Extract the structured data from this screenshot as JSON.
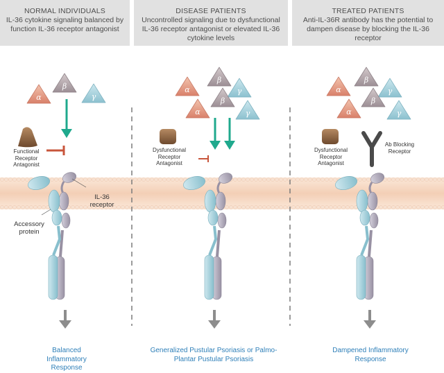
{
  "panels": [
    {
      "title": "NORMAL INDIVIDUALS",
      "description": "IL-36 cytokine signaling balanced by function IL-36 receptor antagonist",
      "antagonist_label": "Functional Receptor Antagonist",
      "receptor_label": "IL-36 receptor",
      "accessory_label": "Accessory protein",
      "outcome": "Balanced Inflammatory Response"
    },
    {
      "title": "DISEASE PATIENTS",
      "description": "Uncontrolled signaling due to dysfunctional IL-36 receptor antagonist or elevated IL-36 cytokine levels",
      "antagonist_label": "Dysfunctional Receptor Antagonist",
      "outcome": "Generalized Pustular Psoriasis or Palmo-Plantar Pustular Psoriasis"
    },
    {
      "title": "TREATED PATIENTS",
      "description": "Anti-IL-36R antibody has the potential to dampen disease by blocking the IL-36 receptor",
      "antagonist_label": "Dysfunctional Receptor Antagonist",
      "antibody_label": "Ab Blocking Receptor",
      "outcome": "Dampened Inflammatory Response"
    }
  ],
  "cytokine_symbols": {
    "alpha": "α",
    "beta": "β",
    "gamma": "γ"
  },
  "colors": {
    "header_bg": "#e1e1e1",
    "alpha": "#e8a48a",
    "beta": "#b3a6aa",
    "gamma": "#a9d3de",
    "signal_arrow": "#1fa98d",
    "inhibit": "#c8553b",
    "accessory_protein": "#a9d3df",
    "receptor": "#b2aebc",
    "outcome_text": "#2e7fb8",
    "membrane": "#f6d9c4"
  }
}
